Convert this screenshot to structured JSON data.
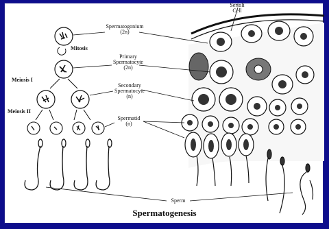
{
  "title": "Spermatogenesis",
  "labels": {
    "sertoli": "Sertoli",
    "sertoli_2": "Cell",
    "spermatogonium": "Spermatogonium",
    "spermatogonium_ploidy": "(2n)",
    "primary": "Primary",
    "primary_2": "Spermatocyte",
    "primary_ploidy": "(2n)",
    "secondary": "Secondary",
    "secondary_2": "Spermatocyte",
    "secondary_ploidy": "(n)",
    "spermatid": "Spermatid",
    "spermatid_ploidy": "(n)",
    "sperm": "Sperm",
    "mitosis": "Mitosis",
    "meiosis1": "Meiosis I",
    "meiosis2": "Meiosis II"
  },
  "colors": {
    "border": "#0d0d8c",
    "ink": "#111111",
    "background": "#ffffff"
  }
}
